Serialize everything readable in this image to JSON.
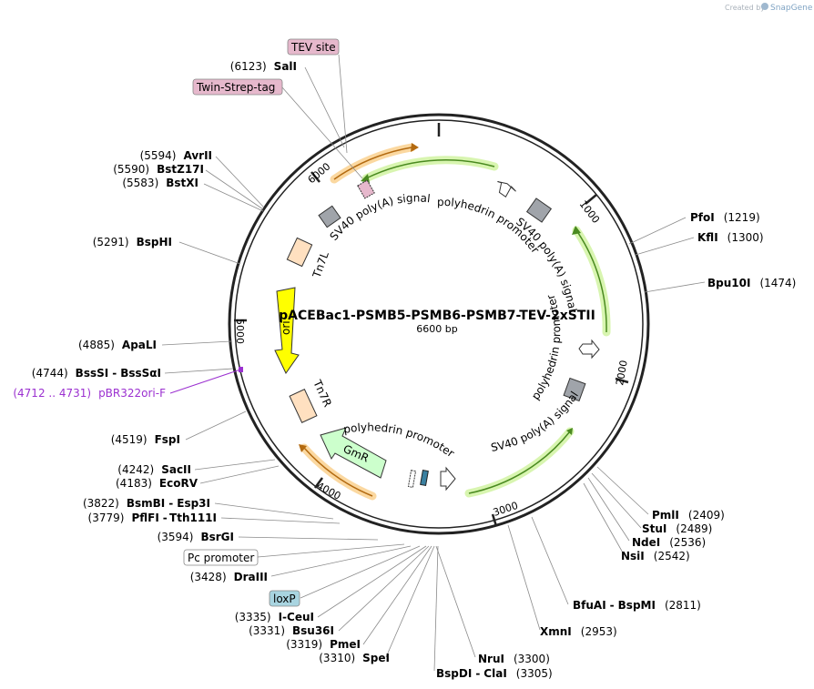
{
  "credit": {
    "prefix": "Created by",
    "brand": "SnapGene"
  },
  "plasmid": {
    "name": "pACEBac1-PSMB5-PSMB6-PSMB7-TEV-2xSTII",
    "size_label": "6600 bp"
  },
  "ticks": [
    "1000",
    "2000",
    "3000",
    "4000",
    "5000",
    "6000"
  ],
  "boxed_labels": {
    "tev": "TEV site",
    "twin": "Twin-Strep-tag",
    "pc": "Pc promoter",
    "loxp": "loxP"
  },
  "enzymes": {
    "sali": {
      "pos": "(6123)",
      "name": "SalI"
    },
    "avrii": {
      "pos": "(5594)",
      "name": "AvrII"
    },
    "bstz17i": {
      "pos": "(5590)",
      "name": "BstZ17I"
    },
    "bstxi": {
      "pos": "(5583)",
      "name": "BstXI"
    },
    "bsphi": {
      "pos": "(5291)",
      "name": "BspHI"
    },
    "apali": {
      "pos": "(4885)",
      "name": "ApaLI"
    },
    "bsssi": {
      "pos": "(4744)",
      "name": "BssSI",
      "name2": "BssSαI"
    },
    "fspi": {
      "pos": "(4519)",
      "name": "FspI"
    },
    "sacii": {
      "pos": "(4242)",
      "name": "SacII"
    },
    "ecorv": {
      "pos": "(4183)",
      "name": "EcoRV"
    },
    "bsmbi": {
      "pos": "(3822)",
      "name": "BsmBI",
      "name2": "Esp3I"
    },
    "pflfi": {
      "pos": "(3779)",
      "name": "PflFI",
      "name2": "Tth111I"
    },
    "bsrgi": {
      "pos": "(3594)",
      "name": "BsrGI"
    },
    "draiii": {
      "pos": "(3428)",
      "name": "DraIII"
    },
    "iceui": {
      "pos": "(3335)",
      "name": "I-CeuI"
    },
    "bsu36i": {
      "pos": "(3331)",
      "name": "Bsu36I"
    },
    "pmei": {
      "pos": "(3319)",
      "name": "PmeI"
    },
    "spei": {
      "pos": "(3310)",
      "name": "SpeI"
    },
    "pfoi": {
      "pos": "(1219)",
      "name": "PfoI"
    },
    "kfli": {
      "pos": "(1300)",
      "name": "KflI"
    },
    "bpu10i": {
      "pos": "(1474)",
      "name": "Bpu10I"
    },
    "pmli": {
      "pos": "(2409)",
      "name": "PmlI"
    },
    "stui": {
      "pos": "(2489)",
      "name": "StuI"
    },
    "ndei": {
      "pos": "(2536)",
      "name": "NdeI"
    },
    "nsii": {
      "pos": "(2542)",
      "name": "NsiI"
    },
    "bfuai": {
      "pos": "(2811)",
      "name": "BfuAI",
      "name2": "BspMI"
    },
    "xmni": {
      "pos": "(2953)",
      "name": "XmnI"
    },
    "drui": {
      "pos": "(3300)",
      "name": "NruI"
    },
    "bspdi": {
      "pos": "(3305)",
      "name": "BspDI",
      "name2": "ClaI"
    }
  },
  "primer": {
    "pos": "(4712 .. 4731)",
    "name": "pBR322ori-F"
  },
  "features": {
    "sv40_1": "SV40 poly(A) signal",
    "polh_1": "polyhedrin promoter",
    "sv40_2": "SV40 poly(A) signal",
    "polh_2": "polyhedrin promoter",
    "sv40_3": "SV40 poly(A) signal",
    "polh_3": "polyhedrin promoter",
    "tn7l": "Tn7L",
    "tn7r": "Tn7R",
    "ori": "ori",
    "gmr": "GmR"
  },
  "colors": {
    "backbone": "#222222",
    "ori": "#ffff00",
    "gmr": "#ccffcc",
    "tn7": "#ffe0c0",
    "sv40": "#a0a4aa",
    "tag": "#e6b8cc",
    "loxp": "#a8d4e0",
    "cds_arrow": "#4a8a20",
    "orange_arrow": "#b36a10",
    "primer": "#9b30d0"
  }
}
